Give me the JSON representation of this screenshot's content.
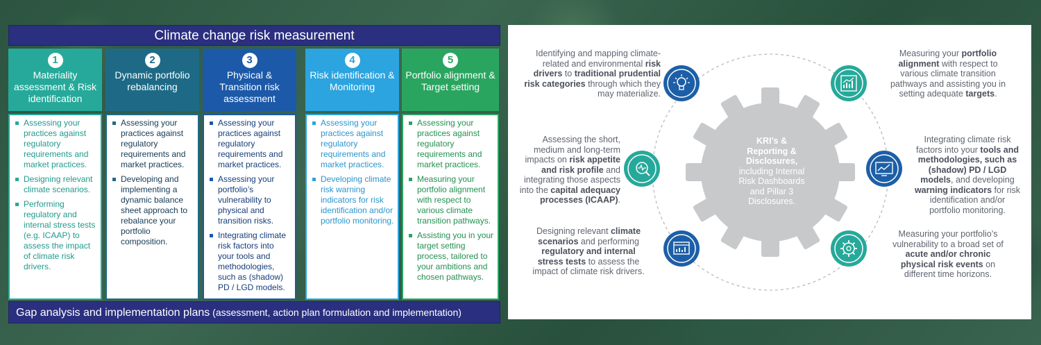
{
  "left": {
    "top_banner": "Climate change risk measurement",
    "bottom_banner_main": "Gap analysis and implementation plans",
    "bottom_banner_sub": " (assessment, action plan formulation and implementation)",
    "columns": [
      {
        "num": "1",
        "title": "Materiality assessment & Risk identification",
        "items": [
          "Assessing your practices against regulatory requirements and market practices.",
          "Designing relevant climate scenarios.",
          "Performing regulatory and internal stress tests (e.g. ICAAP) to assess the impact of climate risk drivers."
        ]
      },
      {
        "num": "2",
        "title": "Dynamic portfolio rebalancing",
        "items": [
          "Assessing your practices against regulatory requirements and market practices.",
          "Developing and implementing a dynamic balance sheet approach to rebalance your portfolio composition."
        ]
      },
      {
        "num": "3",
        "title": "Physical & Transition risk assessment",
        "items": [
          "Assessing your practices against regulatory requirements and market practices.",
          "Assessing your portfolio’s vulnerability to physical and transition risks.",
          "Integrating climate risk factors into your tools and methodologies, such as (shadow) PD / LGD models."
        ]
      },
      {
        "num": "4",
        "title": "Risk identification & Monitoring",
        "items": [
          "Assessing your practices against regulatory requirements and market practices.",
          "Developing climate risk warning indicators for risk identification and/or portfolio monitoring."
        ]
      },
      {
        "num": "5",
        "title": "Portfolio alignment & Target setting",
        "items": [
          "Assessing your practices against regulatory requirements and market practices.",
          "Measuring your portfolio alignment with respect to various climate transition pathways.",
          "Assisting you in your target setting process, tailored to your ambitions and chosen pathways."
        ]
      }
    ]
  },
  "right": {
    "gear_bold": "KRI’s & Reporting & Disclosures,",
    "gear_rest": "including Internal Risk Dashboards and Pillar 3 Disclosures.",
    "t1": [
      "Identifying and mapping climate-related and environmental ",
      "risk drivers",
      " to ",
      "traditional prudential risk categories",
      " through which they may materialize."
    ],
    "t2": [
      "Assessing the short, medium and long-term impacts on ",
      "risk appetite and risk profile",
      " and integrating those aspects into the ",
      "capital adequacy processes (ICAAP)",
      "."
    ],
    "t3": [
      "Designing relevant ",
      "climate scenarios",
      " and performing ",
      "regulatory and internal stress tests",
      " to assess the impact of climate risk drivers."
    ],
    "t4": [
      "Measuring your ",
      "portfolio alignment",
      " with respect to various climate transition pathways and assisting you in setting adequate ",
      "targets",
      "."
    ],
    "t5": [
      "Integrating climate risk factors into your ",
      "tools and methodologies, such as (shadow) PD / LGD models",
      ", and developing ",
      "warning indicators",
      " for risk identification and/or portfolio monitoring."
    ],
    "t6": [
      "Measuring your portfolio’s vulnerability to a broad set of ",
      "acute and/or chronic physical risk events",
      " on different time horizons."
    ]
  },
  "colors": {
    "teal": "#26a99a",
    "navy": "#2a2f7f",
    "blue": "#1c59a8",
    "gear": "#c8c9cb"
  }
}
